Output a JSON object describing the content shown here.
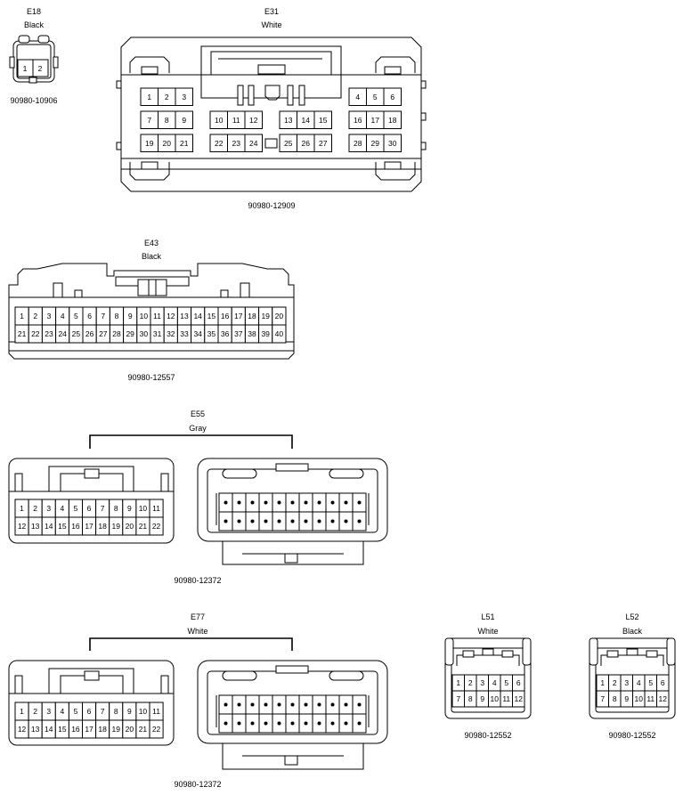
{
  "connectors": {
    "e18": {
      "code": "E18",
      "color": "Black",
      "part": "90980-10906",
      "pins": [
        "1",
        "2"
      ]
    },
    "e31": {
      "code": "E31",
      "color": "White",
      "part": "90980-12909",
      "rows": [
        [
          "1",
          "2",
          "3",
          "4",
          "5",
          "6"
        ],
        [
          "7",
          "8",
          "9",
          "10",
          "11",
          "12",
          "13",
          "14",
          "15",
          "16",
          "17",
          "18"
        ],
        [
          "19",
          "20",
          "21",
          "22",
          "23",
          "24",
          "25",
          "26",
          "27",
          "28",
          "29",
          "30"
        ]
      ]
    },
    "e43": {
      "code": "E43",
      "color": "Black",
      "part": "90980-12557",
      "rows": [
        [
          "1",
          "2",
          "3",
          "4",
          "5",
          "6",
          "7",
          "8",
          "9",
          "10",
          "11",
          "12",
          "13",
          "14",
          "15",
          "16",
          "17",
          "18",
          "19",
          "20"
        ],
        [
          "21",
          "22",
          "23",
          "24",
          "25",
          "26",
          "27",
          "28",
          "29",
          "30",
          "31",
          "32",
          "33",
          "34",
          "35",
          "36",
          "37",
          "38",
          "39",
          "40"
        ]
      ]
    },
    "e55": {
      "code": "E55",
      "color": "Gray",
      "part": "90980-12372",
      "rows": [
        [
          "1",
          "2",
          "3",
          "4",
          "5",
          "6",
          "7",
          "8",
          "9",
          "10",
          "11"
        ],
        [
          "12",
          "13",
          "14",
          "15",
          "16",
          "17",
          "18",
          "19",
          "20",
          "21",
          "22"
        ]
      ]
    },
    "e77": {
      "code": "E77",
      "color": "White",
      "part": "90980-12372",
      "rows": [
        [
          "1",
          "2",
          "3",
          "4",
          "5",
          "6",
          "7",
          "8",
          "9",
          "10",
          "11"
        ],
        [
          "12",
          "13",
          "14",
          "15",
          "16",
          "17",
          "18",
          "19",
          "20",
          "21",
          "22"
        ]
      ]
    },
    "l51": {
      "code": "L51",
      "color": "White",
      "part": "90980-12552",
      "rows": [
        [
          "1",
          "2",
          "3",
          "4",
          "5",
          "6"
        ],
        [
          "7",
          "8",
          "9",
          "10",
          "11",
          "12"
        ]
      ]
    },
    "l52": {
      "code": "L52",
      "color": "Black",
      "part": "90980-12552",
      "rows": [
        [
          "1",
          "2",
          "3",
          "4",
          "5",
          "6"
        ],
        [
          "7",
          "8",
          "9",
          "10",
          "11",
          "12"
        ]
      ]
    }
  }
}
